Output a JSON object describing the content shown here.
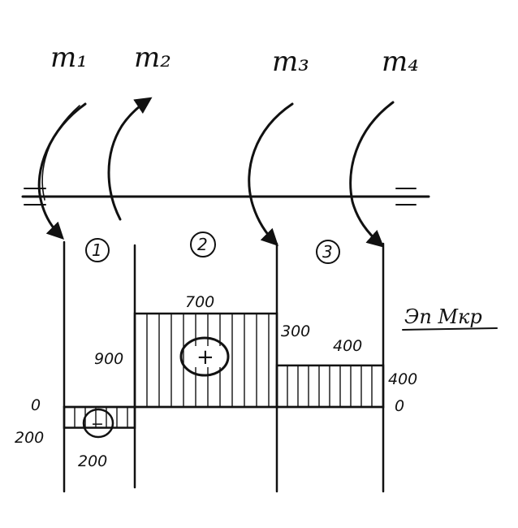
{
  "moments": [
    {
      "label": "m₁"
    },
    {
      "label": "m₂"
    },
    {
      "label": "m₃"
    },
    {
      "label": "m₄"
    }
  ],
  "sections": [
    "1",
    "2",
    "3"
  ],
  "diagram_title": "Эп Мкр",
  "segments": [
    {
      "sign": "−",
      "value": 200,
      "top_label": "",
      "left_label": "200",
      "bottom_label": "200"
    },
    {
      "sign": "+",
      "value": 900,
      "top_label": "700",
      "left_label": "900",
      "bottom_label": ""
    },
    {
      "sign": "",
      "value": 400,
      "top_label": "400",
      "left_label": "300",
      "bottom_label": ""
    }
  ],
  "zero_left": "0",
  "zero_right": "0",
  "right_value": "400"
}
